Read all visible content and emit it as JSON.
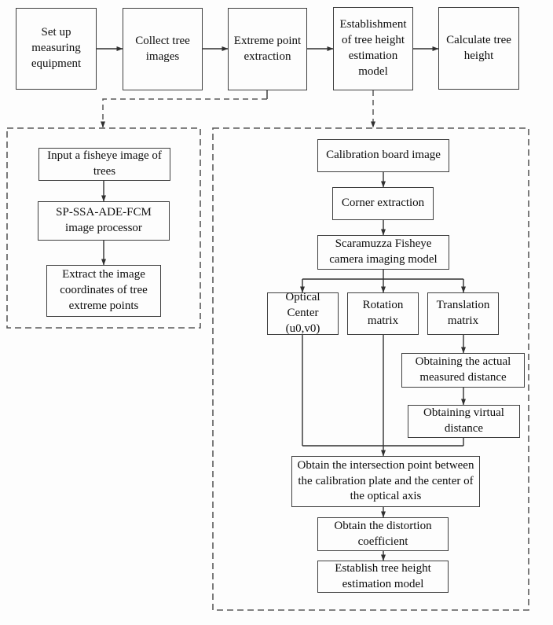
{
  "top_row": {
    "setup_equipment": "Set up measuring equipment",
    "collect_images": "Collect tree images",
    "extreme_point": "Extreme point extraction",
    "establish_model": "Establishment of tree height estimation model",
    "calculate_height": "Calculate tree height"
  },
  "extraction_group": {
    "input_fisheye": "Input a fisheye image of trees",
    "image_processor": "SP-SSA-ADE-FCM image processor",
    "extract_coordinates": "Extract the image coordinates of tree extreme points"
  },
  "model_group": {
    "calibration_image": "Calibration board image",
    "corner_extraction": "Corner extraction",
    "scaramuzza_model": "Scaramuzza Fisheye camera imaging model",
    "optical_center": "Optical Center (u0,v0)",
    "rotation_matrix": "Rotation matrix",
    "translation_matrix": "Translation matrix",
    "actual_distance": "Obtaining the actual measured distance",
    "virtual_distance": "Obtaining virtual distance",
    "intersection_point": "Obtain the intersection point between the calibration plate and the center of the optical axis",
    "distortion_coefficient": "Obtain the distortion coefficient",
    "establish_tree_model": "Establish tree height estimation model"
  },
  "colors": {
    "background": "#fdfdfd",
    "node_border": "#3f3f3f",
    "connector_line": "#303030",
    "dashed_outline": "#5a5a5a",
    "text": "#0d0d0d"
  }
}
